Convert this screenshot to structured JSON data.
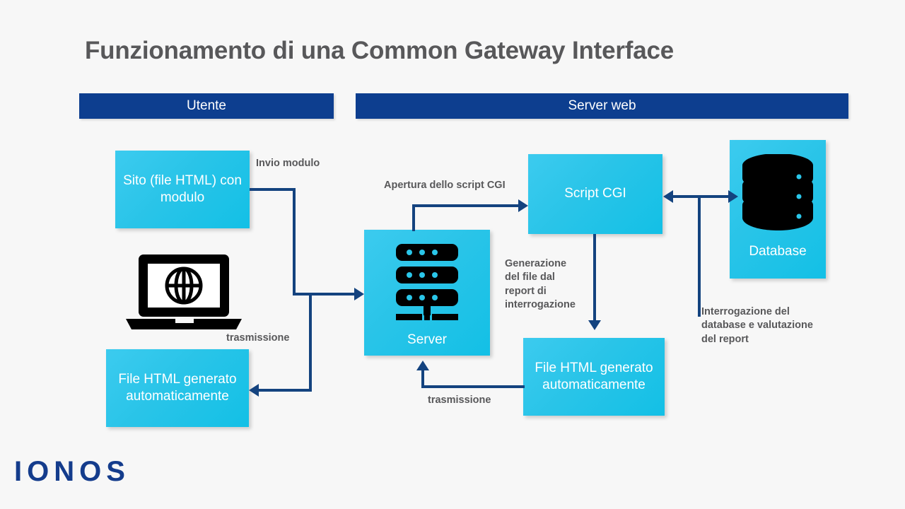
{
  "page": {
    "title": "Funzionamento di una Common Gateway Interface",
    "background_color": "#f7f7f7",
    "title_color": "#58585a"
  },
  "brand": {
    "logo_text": "IONOS",
    "logo_color": "#143c8c"
  },
  "colors": {
    "header_bar": "#0d3e8f",
    "node_cyan": "#2ac6e9",
    "connector": "#14437f",
    "label_text": "#58585a"
  },
  "columns": [
    {
      "id": "utente",
      "label": "Utente"
    },
    {
      "id": "server-web",
      "label": "Server web"
    }
  ],
  "nodes": [
    {
      "id": "sito",
      "label": "Sito (file HTML)\ncon modulo",
      "icon": null
    },
    {
      "id": "file-html-left",
      "label": "File HTML\ngenerato\nautomaticamente",
      "icon": null
    },
    {
      "id": "laptop",
      "label": "",
      "icon": "laptop-globe-icon"
    },
    {
      "id": "server",
      "label": "Server",
      "icon": "server-rack-icon"
    },
    {
      "id": "script-cgi",
      "label": "Script CGI",
      "icon": null
    },
    {
      "id": "file-html-right",
      "label": "File HTML\ngenerato\nautomaticamente",
      "icon": null
    },
    {
      "id": "database",
      "label": "Database",
      "icon": "database-cylinder-icon"
    }
  ],
  "edges": [
    {
      "id": "invio-modulo",
      "label": "Invio modulo",
      "from": "sito",
      "to": "server"
    },
    {
      "id": "trasmissione-left",
      "label": "trasmissione",
      "from": "server",
      "to": "file-html-left"
    },
    {
      "id": "apertura-script",
      "label": "Apertura dello script CGI",
      "from": "server",
      "to": "script-cgi"
    },
    {
      "id": "generazione-file",
      "label": "Generazione\ndel file dal\nreport di\ninterrogazione",
      "from": "script-cgi",
      "to": "file-html-right"
    },
    {
      "id": "trasmissione-right",
      "label": "trasmissione",
      "from": "file-html-right",
      "to": "server"
    },
    {
      "id": "interrogazione-db",
      "label": "Interrogazione del\ndatabase e valutazione\ndel report",
      "from": "script-cgi",
      "to": "database"
    }
  ]
}
